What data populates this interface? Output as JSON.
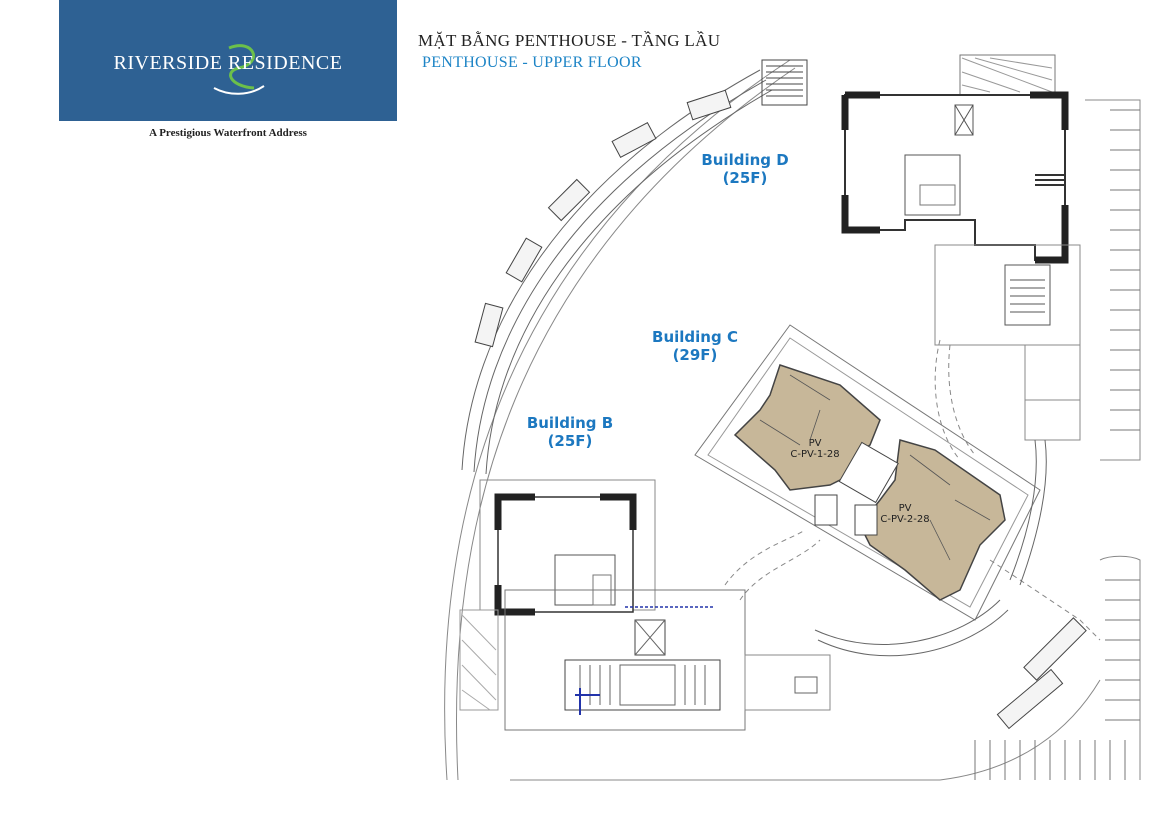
{
  "logo": {
    "text": "RIVERSIDE RESIDENCE",
    "tagline": "A Prestigious Waterfront Address",
    "background": "#2e6193",
    "swirl_color": "#6cc04a"
  },
  "title": {
    "vietnamese": "MẶT BẰNG PENTHOUSE - TẦNG LẦU",
    "english": "PENTHOUSE - UPPER FLOOR",
    "english_color": "#1d84c6"
  },
  "buildings": [
    {
      "name": "Building D",
      "floors": "(25F)"
    },
    {
      "name": "Building C",
      "floors": "(29F)"
    },
    {
      "name": "Building B",
      "floors": "(25F)"
    }
  ],
  "units": [
    {
      "type": "PV",
      "code": "C-PV-1-28"
    },
    {
      "type": "PV",
      "code": "C-PV-2-28"
    }
  ],
  "colors": {
    "unit_fill": "#c7b799",
    "wall": "#333333",
    "line": "#555555"
  }
}
